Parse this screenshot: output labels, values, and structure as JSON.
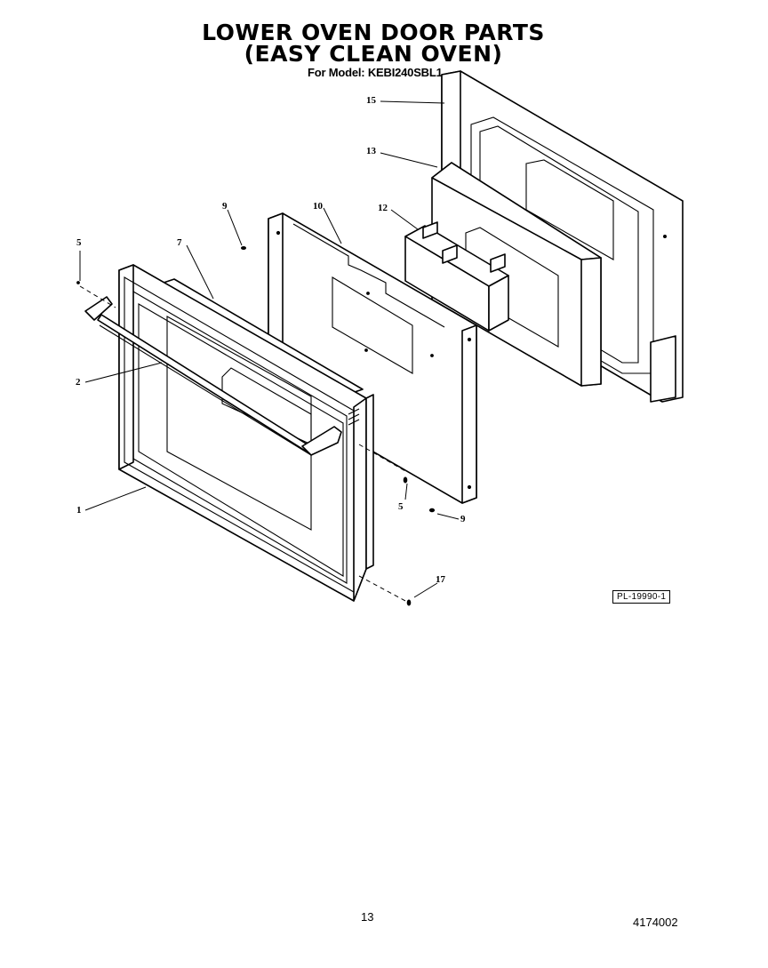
{
  "header": {
    "title_line1": "LOWER OVEN DOOR PARTS",
    "title_line2": "(EASY CLEAN OVEN)",
    "model_line": "For Model: KEBI240SBL1"
  },
  "callouts": [
    {
      "id": "15",
      "label": "15"
    },
    {
      "id": "13",
      "label": "13"
    },
    {
      "id": "12",
      "label": "12"
    },
    {
      "id": "10",
      "label": "10"
    },
    {
      "id": "9a",
      "label": "9"
    },
    {
      "id": "7",
      "label": "7"
    },
    {
      "id": "5a",
      "label": "5"
    },
    {
      "id": "2",
      "label": "2"
    },
    {
      "id": "1",
      "label": "1"
    },
    {
      "id": "5b",
      "label": "5"
    },
    {
      "id": "9b",
      "label": "9"
    },
    {
      "id": "17",
      "label": "17"
    }
  ],
  "plate_ref": "PL-19990-1",
  "footer": {
    "page_number": "13",
    "doc_number": "4174002"
  }
}
